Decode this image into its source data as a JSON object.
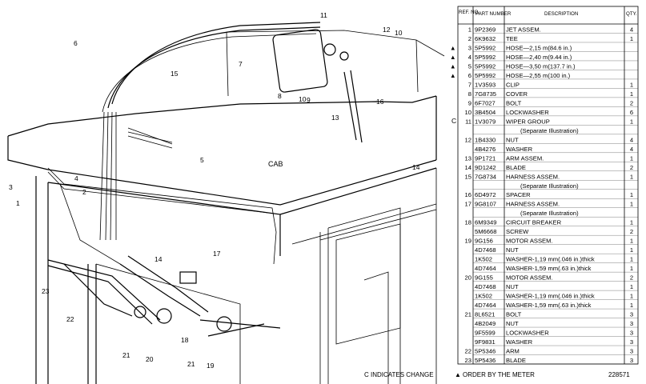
{
  "diagram": {
    "cab_label": "CAB",
    "callouts": [
      "1",
      "2",
      "3",
      "4",
      "5",
      "6",
      "7",
      "8",
      "9",
      "10",
      "11",
      "12",
      "13",
      "14",
      "15",
      "16",
      "17",
      "18",
      "19",
      "20",
      "21",
      "22",
      "23"
    ],
    "mark_c": "C"
  },
  "table": {
    "headers": [
      "REF. NO.",
      "PART NUMBER",
      "DESCRIPTION",
      "QTY."
    ],
    "rows": [
      {
        "ref": "1",
        "part": "9P2369",
        "desc": "JET ASSEM.",
        "qty": "4"
      },
      {
        "ref": "2",
        "part": "6K9632",
        "desc": "TEE",
        "qty": "1"
      },
      {
        "ref": "3",
        "part": "5P5992",
        "desc": "HOSE—2,15 m(84.6 in.)",
        "qty": ""
      },
      {
        "ref": "4",
        "part": "5P5992",
        "desc": "HOSE—2,40 m(9.44 in.)",
        "qty": ""
      },
      {
        "ref": "5",
        "part": "5P5992",
        "desc": "HOSE—3,50 m(137.7 in.)",
        "qty": ""
      },
      {
        "ref": "6",
        "part": "5P5992",
        "desc": "HOSE—2,55 m(100 in.)",
        "qty": ""
      },
      {
        "ref": "7",
        "part": "1V3593",
        "desc": "CLIP",
        "qty": "1"
      },
      {
        "ref": "8",
        "part": "7G8735",
        "desc": "COVER",
        "qty": "1"
      },
      {
        "ref": "9",
        "part": "6F7027",
        "desc": "BOLT",
        "qty": "2"
      },
      {
        "ref": "10",
        "part": "3B4504",
        "desc": "LOCKWASHER",
        "qty": "6"
      },
      {
        "ref": "11",
        "part": "1V3079",
        "desc": "WIPER GROUP",
        "qty": "1"
      },
      {
        "ref": "",
        "part": "",
        "desc": "(Separate Illustration)",
        "qty": ""
      },
      {
        "ref": "12",
        "part": "1B4330",
        "desc": "NUT",
        "qty": "4"
      },
      {
        "ref": "",
        "part": "4B4276",
        "desc": "WASHER",
        "qty": "4"
      },
      {
        "ref": "13",
        "part": "9P1721",
        "desc": "ARM ASSEM.",
        "qty": "1"
      },
      {
        "ref": "14",
        "part": "9D1242",
        "desc": "BLADE",
        "qty": "2"
      },
      {
        "ref": "15",
        "part": "7G8734",
        "desc": "HARNESS ASSEM.",
        "qty": "1"
      },
      {
        "ref": "",
        "part": "",
        "desc": "(Separate Illustration)",
        "qty": ""
      },
      {
        "ref": "16",
        "part": "6D4972",
        "desc": "SPACER",
        "qty": "1"
      },
      {
        "ref": "17",
        "part": "9G8107",
        "desc": "HARNESS ASSEM.",
        "qty": "1"
      },
      {
        "ref": "",
        "part": "",
        "desc": "(Separate Illustration)",
        "qty": ""
      },
      {
        "ref": "18",
        "part": "6M9349",
        "desc": "CIRCUIT BREAKER",
        "qty": "1"
      },
      {
        "ref": "",
        "part": "5M6668",
        "desc": "SCREW",
        "qty": "2"
      },
      {
        "ref": "19",
        "part": "9G156",
        "desc": "MOTOR ASSEM.",
        "qty": "1"
      },
      {
        "ref": "",
        "part": "4D7468",
        "desc": "NUT",
        "qty": "1"
      },
      {
        "ref": "",
        "part": "1K502",
        "desc": "WASHER-1,19 mm(.046 in.)thick",
        "qty": "1"
      },
      {
        "ref": "",
        "part": "4D7464",
        "desc": "WASHER-1,59 mm(.63 in.)thick",
        "qty": "1"
      },
      {
        "ref": "20",
        "part": "9G155",
        "desc": "MOTOR ASSEM.",
        "qty": "2"
      },
      {
        "ref": "",
        "part": "4D7468",
        "desc": "NUT",
        "qty": "1"
      },
      {
        "ref": "",
        "part": "1K502",
        "desc": "WASHER-1,19 mm(.046 in.)thick",
        "qty": "1"
      },
      {
        "ref": "",
        "part": "4D7464",
        "desc": "WASHER-1,59 mm(.63 in.)thick",
        "qty": "1"
      },
      {
        "ref": "21",
        "part": "8L6521",
        "desc": "BOLT",
        "qty": "3"
      },
      {
        "ref": "",
        "part": "4B2049",
        "desc": "NUT",
        "qty": "3"
      },
      {
        "ref": "",
        "part": "9F5599",
        "desc": "LOCKWASHER",
        "qty": "3"
      },
      {
        "ref": "",
        "part": "9F9831",
        "desc": "WASHER",
        "qty": "3"
      },
      {
        "ref": "22",
        "part": "5P5346",
        "desc": "ARM",
        "qty": "3"
      },
      {
        "ref": "23",
        "part": "5P5436",
        "desc": "BLADE",
        "qty": "3"
      }
    ]
  },
  "footer": {
    "change_note": "C INDICATES CHANGE",
    "order_note": "ORDER BY THE METER",
    "ref_number": "228571"
  }
}
